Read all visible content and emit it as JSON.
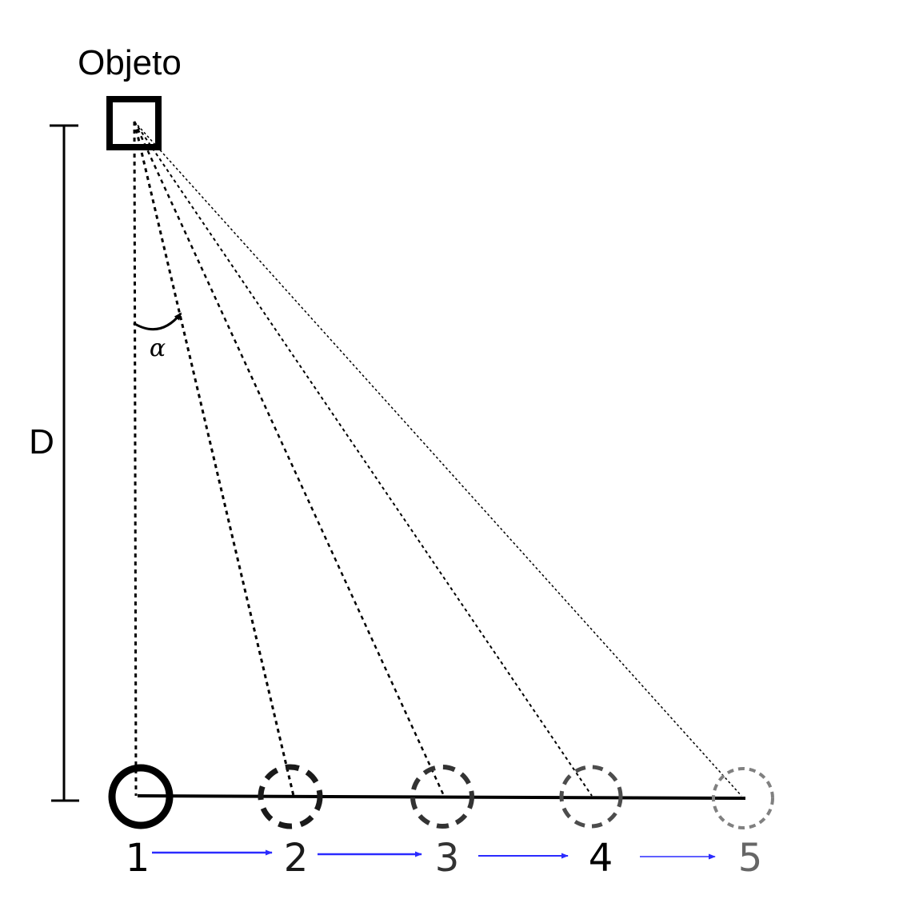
{
  "labels": {
    "object": "Objeto",
    "distance": "D",
    "angle": "α"
  },
  "positions": [
    {
      "label": "1",
      "color": "#000000"
    },
    {
      "label": "2",
      "color": "#1a1a1a"
    },
    {
      "label": "3",
      "color": "#333333"
    },
    {
      "label": "4",
      "color": "#000000"
    },
    {
      "label": "5",
      "color": "#666666"
    }
  ],
  "colors": {
    "ink": "#000000",
    "arrow": "#2b2bff"
  }
}
